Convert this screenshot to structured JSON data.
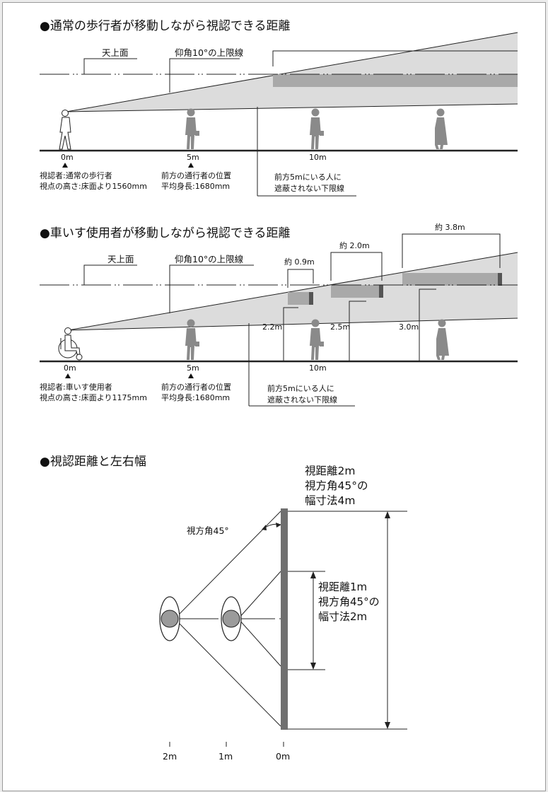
{
  "section1": {
    "title": "●通常の歩行者が移動しながら視認できる距離",
    "ceiling_label": "天上面",
    "upper_limit_label": "仰角10°の上限線",
    "ticks": [
      "0m",
      "5m",
      "10m"
    ],
    "viewer_line1": "視認者:通常の歩行者",
    "viewer_line2": "視点の高さ:床面より1560mm",
    "front_person_line1": "前方の通行者の位置",
    "front_person_line2": "平均身長:1680mm",
    "lower_limit_line1": "前方5mにいる人に",
    "lower_limit_line2": "遮蔽されない下限線"
  },
  "section2": {
    "title": "●車いす使用者が移動しながら視認できる距離",
    "ceiling_label": "天上面",
    "upper_limit_label": "仰角10°の上限線",
    "ticks": [
      "0m",
      "5m",
      "10m"
    ],
    "size_labels": [
      "約 0.9m",
      "約 2.0m",
      "約 3.8m"
    ],
    "height_labels": [
      "2.2m",
      "2.5m",
      "3.0m"
    ],
    "viewer_line1": "視認者:車いす使用者",
    "viewer_line2": "視点の高さ:床面より1175mm",
    "front_person_line1": "前方の通行者の位置",
    "front_person_line2": "平均身長:1680mm",
    "lower_limit_line1": "前方5mにいる人に",
    "lower_limit_line2": "遮蔽されない下限線"
  },
  "section3": {
    "title": "●視認距離と左右幅",
    "far_label_line1": "視距離2m",
    "far_label_line2": "視方角45°の",
    "far_label_line3": "幅寸法4m",
    "angle_label": "視方角45°",
    "near_label_line1": "視距離1m",
    "near_label_line2": "視方角45°の",
    "near_label_line3": "幅寸法2m",
    "distance_ticks": [
      "2m",
      "1m",
      "0m"
    ]
  },
  "colors": {
    "cone_fill": "#dcdcdc",
    "sign_fill": "#a9a9a9",
    "figure_fill": "#8a8a8a",
    "wall_fill": "#6f6f6f",
    "head_fill": "#9b9b9b"
  }
}
